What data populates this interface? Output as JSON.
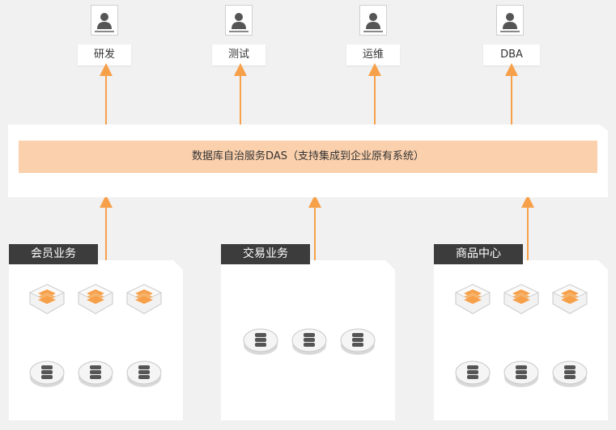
{
  "roles": [
    {
      "label": "研发"
    },
    {
      "label": "测试"
    },
    {
      "label": "运维"
    },
    {
      "label": "DBA"
    }
  ],
  "platform": {
    "label": "数据库自治服务DAS（支持集成到企业原有系统）"
  },
  "groups": [
    {
      "title": "会员业务"
    },
    {
      "title": "交易业务"
    },
    {
      "title": "商品中心"
    }
  ],
  "colors": {
    "accent_orange": "#f7a04a",
    "platform_bar": "#fbd0ac",
    "group_title_bg": "#3c3c3c",
    "background": "#f1f1f1"
  }
}
